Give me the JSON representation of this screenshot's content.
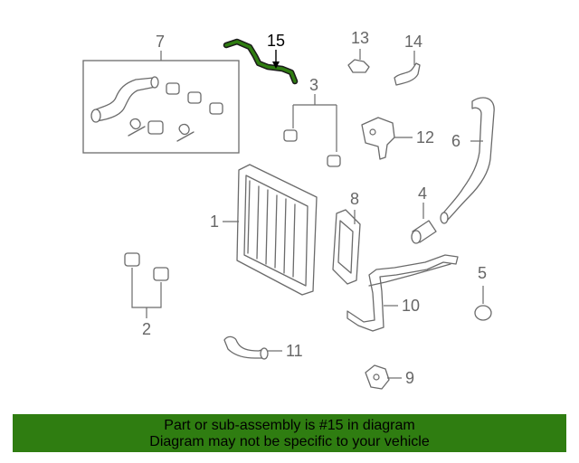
{
  "highlight_color": "#2f7d11",
  "footer_color": "#2f7d11",
  "callouts": {
    "c1": "1",
    "c2": "2",
    "c3": "3",
    "c4": "4",
    "c5": "5",
    "c6": "6",
    "c7": "7",
    "c8": "8",
    "c9": "9",
    "c10": "10",
    "c11": "11",
    "c12": "12",
    "c13": "13",
    "c14": "14",
    "c15": "15"
  },
  "footer": {
    "line1": "Part or sub-assembly is #15 in diagram",
    "line2": "Diagram may not be specific to your vehicle"
  }
}
